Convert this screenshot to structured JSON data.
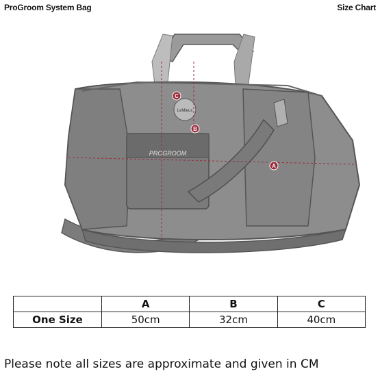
{
  "header": {
    "title": "ProGroom System Bag",
    "right": "Size Chart"
  },
  "illustration": {
    "brand": "PROGROOM",
    "badge": "LeMieux",
    "markers": [
      "A",
      "B",
      "C"
    ],
    "colors": {
      "bag": "#8d8d8d",
      "dark": "#6f6f6f",
      "marker": "#9a2b3c"
    }
  },
  "table": {
    "columns": [
      "",
      "A",
      "B",
      "C"
    ],
    "rows": [
      {
        "label": "One Size",
        "values": [
          "50cm",
          "32cm",
          "40cm"
        ]
      }
    ]
  },
  "note": "Please note all sizes are approximate and given in CM"
}
